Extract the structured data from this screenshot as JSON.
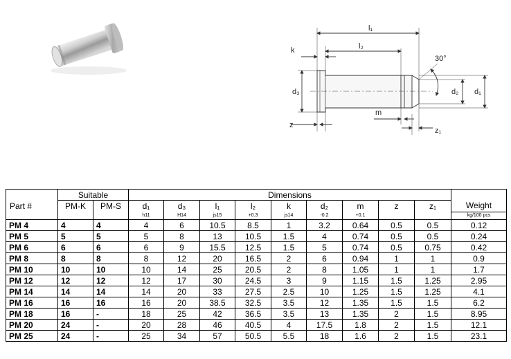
{
  "table": {
    "header_part": "Part #",
    "header_suitable": "Suitable",
    "header_dimensions": "Dimensions",
    "header_weight": "Weight",
    "suitable_cols": [
      "PM-K",
      "PM-S"
    ],
    "dim_cols": [
      {
        "label": "d₁",
        "tol": "h11"
      },
      {
        "label": "d₃",
        "tol": "H14"
      },
      {
        "label": "l₁",
        "tol": "js15"
      },
      {
        "label": "l₂",
        "tol": "+0.3"
      },
      {
        "label": "k",
        "tol": "js14"
      },
      {
        "label": "d₂",
        "tol": "-0.2"
      },
      {
        "label": "m",
        "tol": "+0.1"
      },
      {
        "label": "z",
        "tol": ""
      },
      {
        "label": "z₁",
        "tol": ""
      }
    ],
    "weight_unit": "kg/100 pcs",
    "rows": [
      {
        "part": "PM 4",
        "pmk": "4",
        "pms": "4",
        "dims": [
          "4",
          "6",
          "10.5",
          "8.5",
          "1",
          "3.2",
          "0.64",
          "0.5",
          "0.5"
        ],
        "weight": "0.12"
      },
      {
        "part": "PM 5",
        "pmk": "5",
        "pms": "5",
        "dims": [
          "5",
          "8",
          "13",
          "10.5",
          "1.5",
          "4",
          "0.74",
          "0.5",
          "0.5"
        ],
        "weight": "0.24"
      },
      {
        "part": "PM 6",
        "pmk": "6",
        "pms": "6",
        "dims": [
          "6",
          "9",
          "15.5",
          "12.5",
          "1.5",
          "5",
          "0.74",
          "0.5",
          "0.75"
        ],
        "weight": "0.42"
      },
      {
        "part": "PM 8",
        "pmk": "8",
        "pms": "8",
        "dims": [
          "8",
          "12",
          "20",
          "16.5",
          "2",
          "6",
          "0.94",
          "1",
          "1"
        ],
        "weight": "0.9"
      },
      {
        "part": "PM 10",
        "pmk": "10",
        "pms": "10",
        "dims": [
          "10",
          "14",
          "25",
          "20.5",
          "2",
          "8",
          "1.05",
          "1",
          "1"
        ],
        "weight": "1.7"
      },
      {
        "part": "PM 12",
        "pmk": "12",
        "pms": "12",
        "dims": [
          "12",
          "17",
          "30",
          "24.5",
          "3",
          "9",
          "1.15",
          "1.5",
          "1.25"
        ],
        "weight": "2.95"
      },
      {
        "part": "PM 14",
        "pmk": "14",
        "pms": "14",
        "dims": [
          "14",
          "20",
          "33",
          "27.5",
          "2.5",
          "10",
          "1.25",
          "1.5",
          "1.25"
        ],
        "weight": "4.1"
      },
      {
        "part": "PM 16",
        "pmk": "16",
        "pms": "16",
        "dims": [
          "16",
          "20",
          "38.5",
          "32.5",
          "3.5",
          "12",
          "1.35",
          "1.5",
          "1.5"
        ],
        "weight": "6.2"
      },
      {
        "part": "PM 18",
        "pmk": "16",
        "pms": "-",
        "dims": [
          "18",
          "25",
          "42",
          "36.5",
          "3.5",
          "13",
          "1.35",
          "2",
          "1.5"
        ],
        "weight": "8.95"
      },
      {
        "part": "PM 20",
        "pmk": "24",
        "pms": "-",
        "dims": [
          "20",
          "28",
          "46",
          "40.5",
          "4",
          "17.5",
          "1.8",
          "2",
          "1.5"
        ],
        "weight": "12.1"
      },
      {
        "part": "PM 25",
        "pmk": "24",
        "pms": "-",
        "dims": [
          "25",
          "34",
          "57",
          "50.5",
          "5.5",
          "18",
          "1.6",
          "2",
          "1.5"
        ],
        "weight": "23.1"
      }
    ]
  },
  "drawing": {
    "labels": {
      "l1": "l₁",
      "l2": "l₂",
      "k": "k",
      "d3": "d₃",
      "d2": "d₂",
      "d1": "d₁",
      "m": "m",
      "z": "z",
      "z1": "z₁",
      "angle": "30°"
    }
  }
}
